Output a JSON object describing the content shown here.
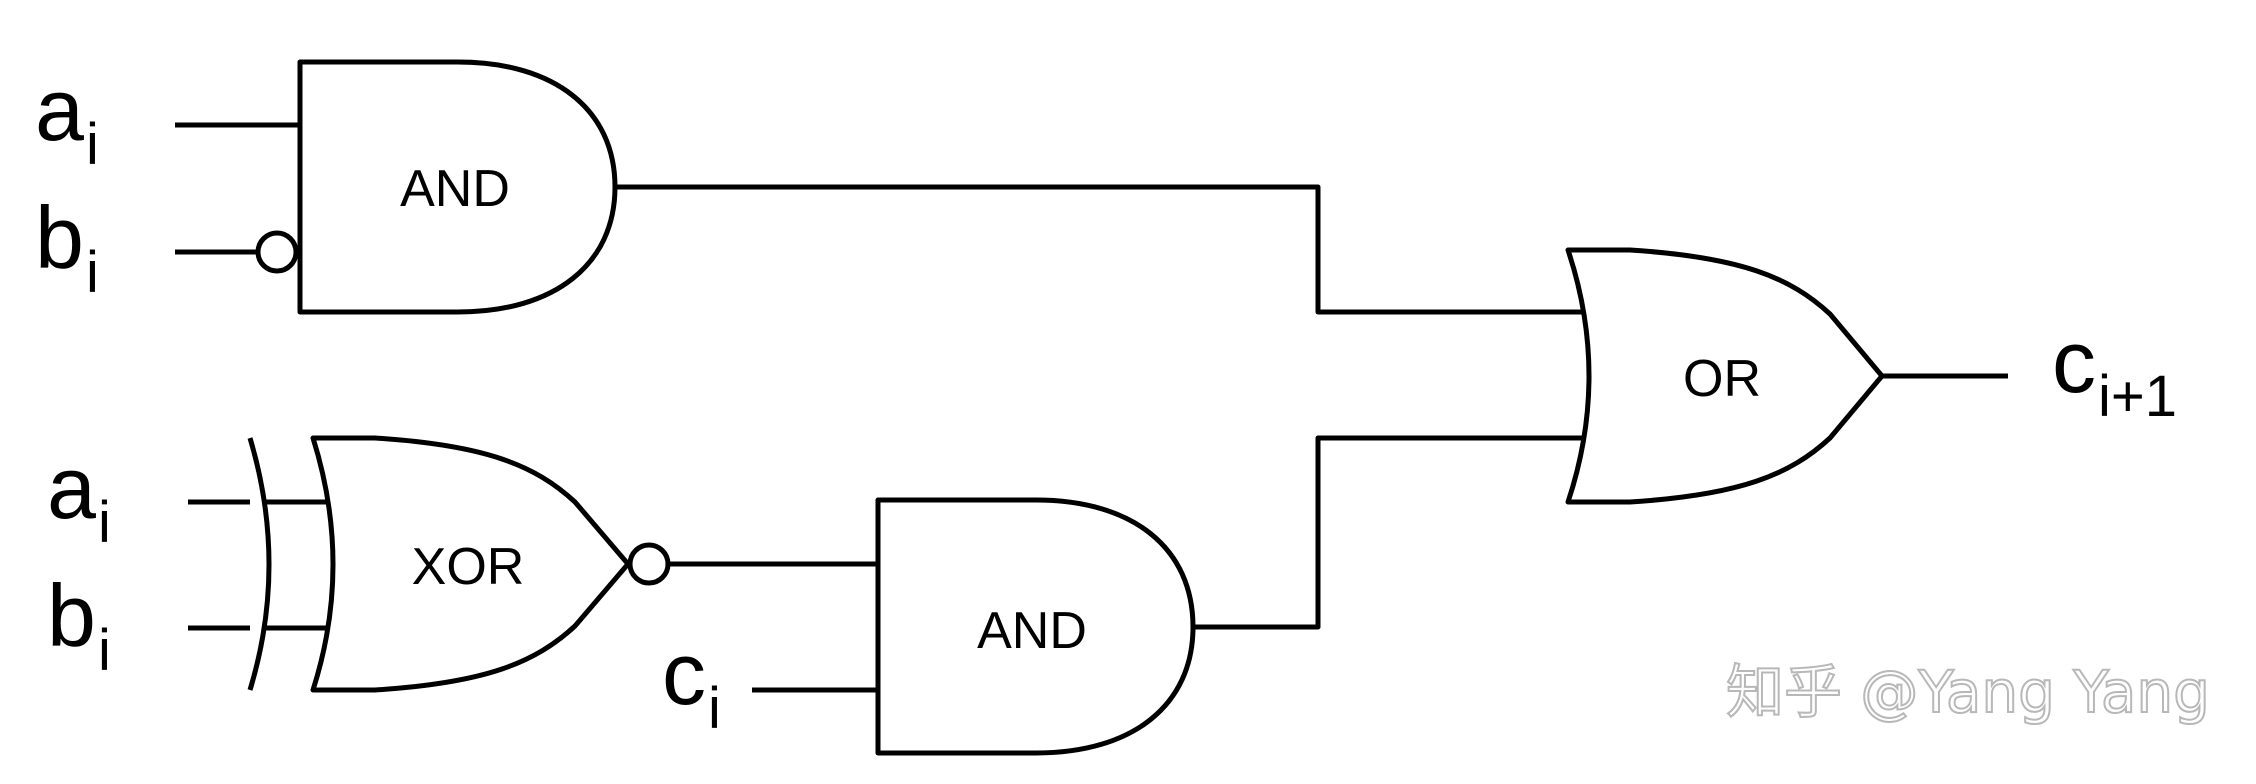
{
  "gates": {
    "and_top": "AND",
    "xor": "XOR",
    "and_bottom": "AND",
    "or": "OR"
  },
  "inputs": {
    "a_top": {
      "base": "a",
      "sub": "i"
    },
    "b_top": {
      "base": "b",
      "sub": "i"
    },
    "a_bottom": {
      "base": "a",
      "sub": "i"
    },
    "b_bottom": {
      "base": "b",
      "sub": "i"
    },
    "c_in": {
      "base": "c",
      "sub": "i"
    }
  },
  "output": {
    "base": "c",
    "sub": "i+1"
  },
  "watermark": "知乎 @Yang Yang"
}
